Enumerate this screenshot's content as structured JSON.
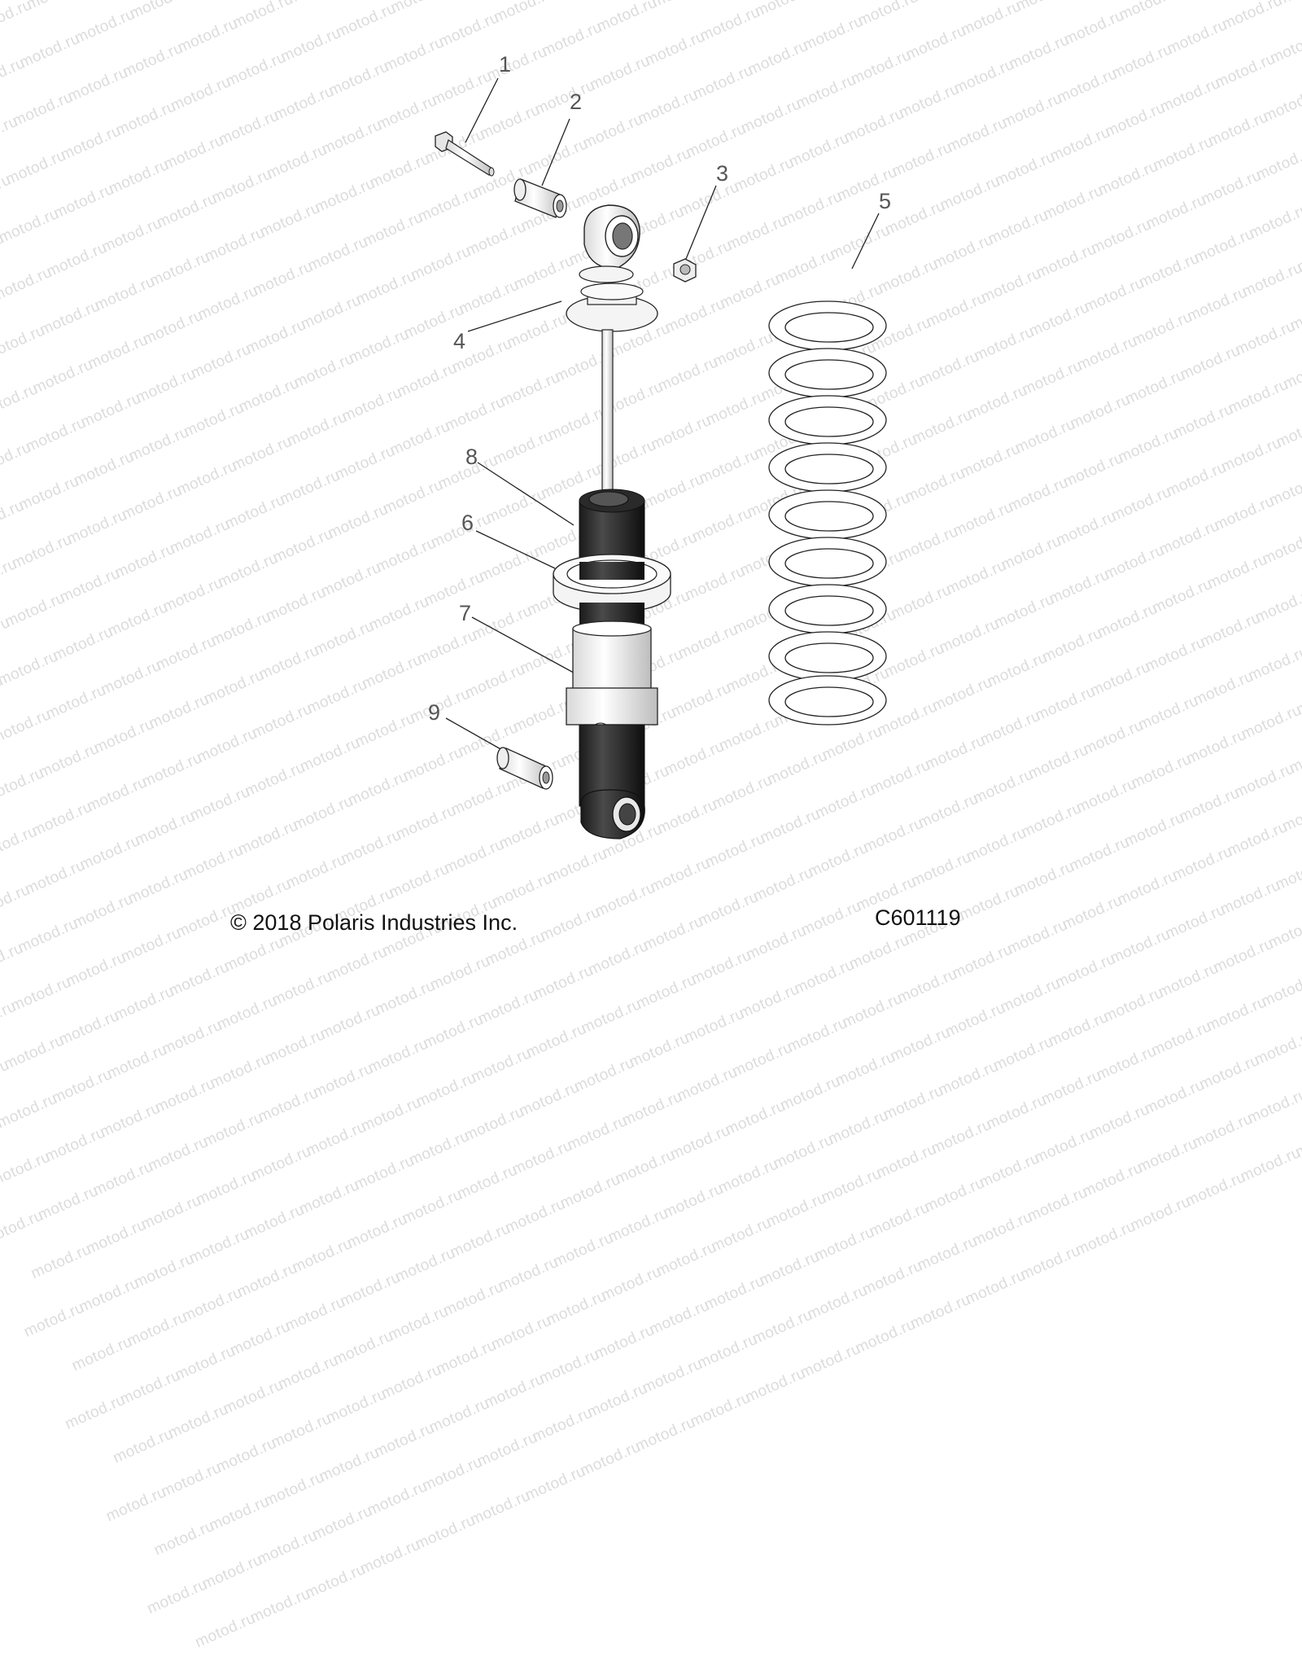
{
  "diagram": {
    "type": "exploded-parts-diagram",
    "subject": "rear shock absorber assembly with coil spring",
    "watermark": "motod.ru",
    "callouts": [
      {
        "id": "1",
        "label": "1",
        "part": "bolt"
      },
      {
        "id": "2",
        "label": "2",
        "part": "bushing sleeve"
      },
      {
        "id": "3",
        "label": "3",
        "part": "nut"
      },
      {
        "id": "4",
        "label": "4",
        "part": "spring retainer (upper)"
      },
      {
        "id": "5",
        "label": "5",
        "part": "coil spring"
      },
      {
        "id": "6",
        "label": "6",
        "part": "spring adjuster ring"
      },
      {
        "id": "7",
        "label": "7",
        "part": "lower spring seat"
      },
      {
        "id": "8",
        "label": "8",
        "part": "shock body"
      },
      {
        "id": "9",
        "label": "9",
        "part": "bushing sleeve (lower)"
      }
    ]
  },
  "footer": {
    "copyright": "© 2018 Polaris Industries Inc.",
    "drawing_code": "C601119"
  }
}
